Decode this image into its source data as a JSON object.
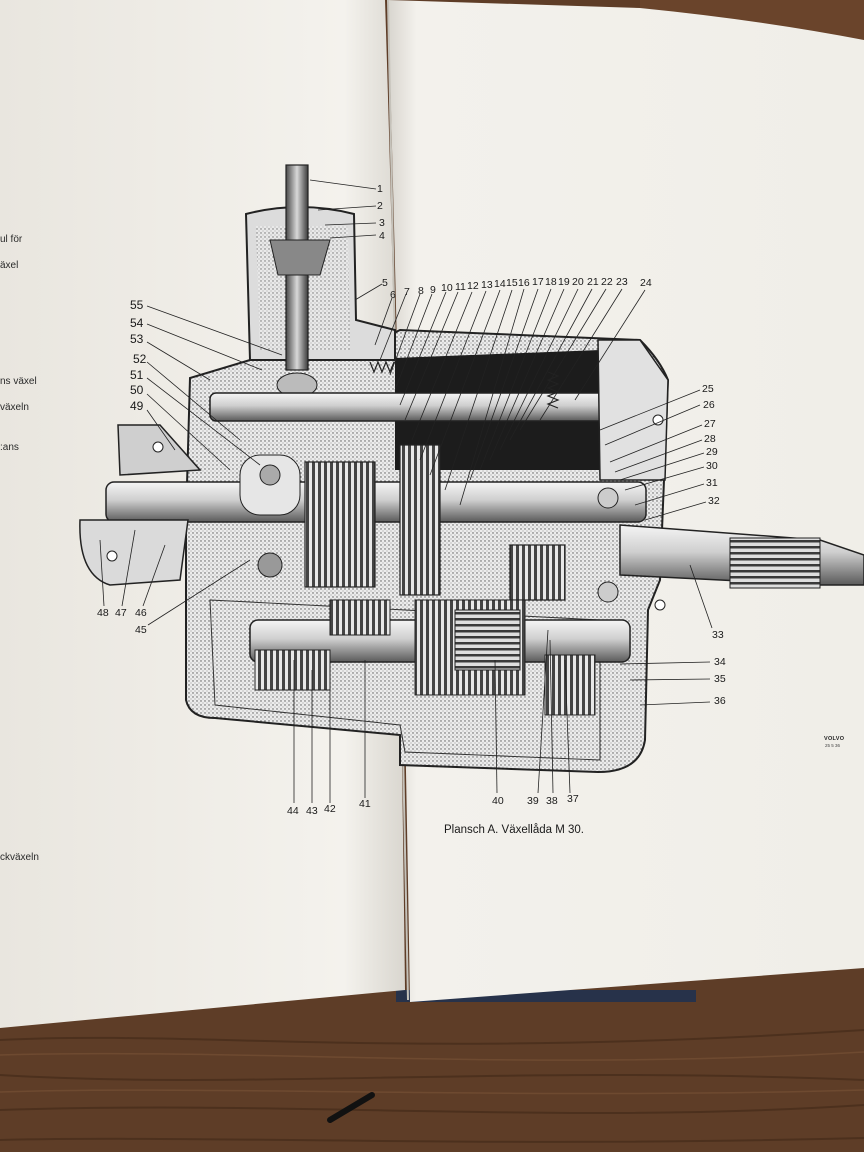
{
  "caption": "Plansch A. Växellåda M 30.",
  "left_page_fragments": [
    "ul för",
    "äxel",
    "ns växel",
    "växeln",
    ":ans",
    "ckväxeln"
  ],
  "logo": {
    "brand": "VOLVO",
    "code": "25 5 36"
  },
  "callouts_top": [
    "1",
    "2",
    "3",
    "4",
    "5",
    "6",
    "7",
    "8",
    "9",
    "10",
    "11",
    "12",
    "13",
    "14",
    "15",
    "16",
    "17",
    "18",
    "19",
    "20",
    "21",
    "22",
    "23",
    "24"
  ],
  "callouts_right": [
    "25",
    "26",
    "27",
    "28",
    "29",
    "30",
    "31",
    "32",
    "33",
    "34",
    "35",
    "36"
  ],
  "callouts_bottom": [
    "37",
    "38",
    "39",
    "40",
    "41",
    "42",
    "43",
    "44",
    "45",
    "46",
    "47",
    "48"
  ],
  "callouts_left": [
    "49",
    "50",
    "51",
    "52",
    "53",
    "54",
    "55"
  ],
  "colors": {
    "paper": "#f3f0ea",
    "wood": "#5b3a24",
    "ink": "#1a1a1a"
  }
}
